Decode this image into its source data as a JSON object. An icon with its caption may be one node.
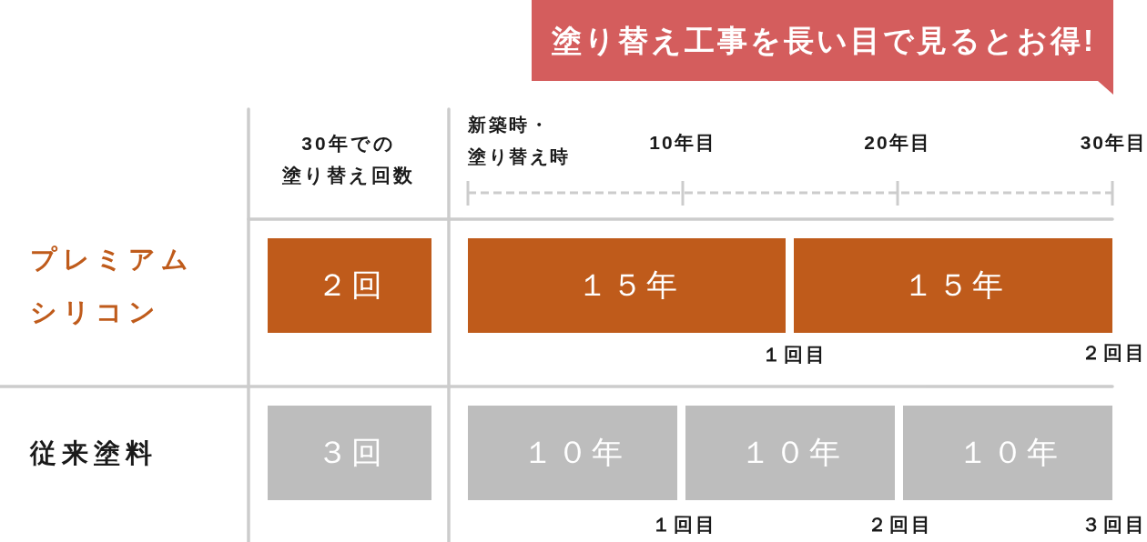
{
  "diagram": {
    "title": "塗り替え工事を長い目で見るとお得!",
    "nodes": [
      {
        "text": [
          "２回"
        ]
      },
      {
        "text": [
          "１５年"
        ]
      },
      {
        "text": [
          "１５年"
        ]
      },
      {
        "text": [
          "３回"
        ]
      },
      {
        "text": [
          "１０年"
        ]
      },
      {
        "text": [
          "１０年"
        ]
      },
      {
        "text": [
          "１０年"
        ]
      }
    ],
    "edges": [],
    "labels": [
      "30年での塗り替え回数",
      "新築時・塗り替え時",
      "10年目",
      "20年目",
      "30年目",
      "プレミアムシリコン",
      "１回目",
      "２回目",
      "従来塗料",
      "１回目",
      "２回目",
      "３回目"
    ]
  }
}
